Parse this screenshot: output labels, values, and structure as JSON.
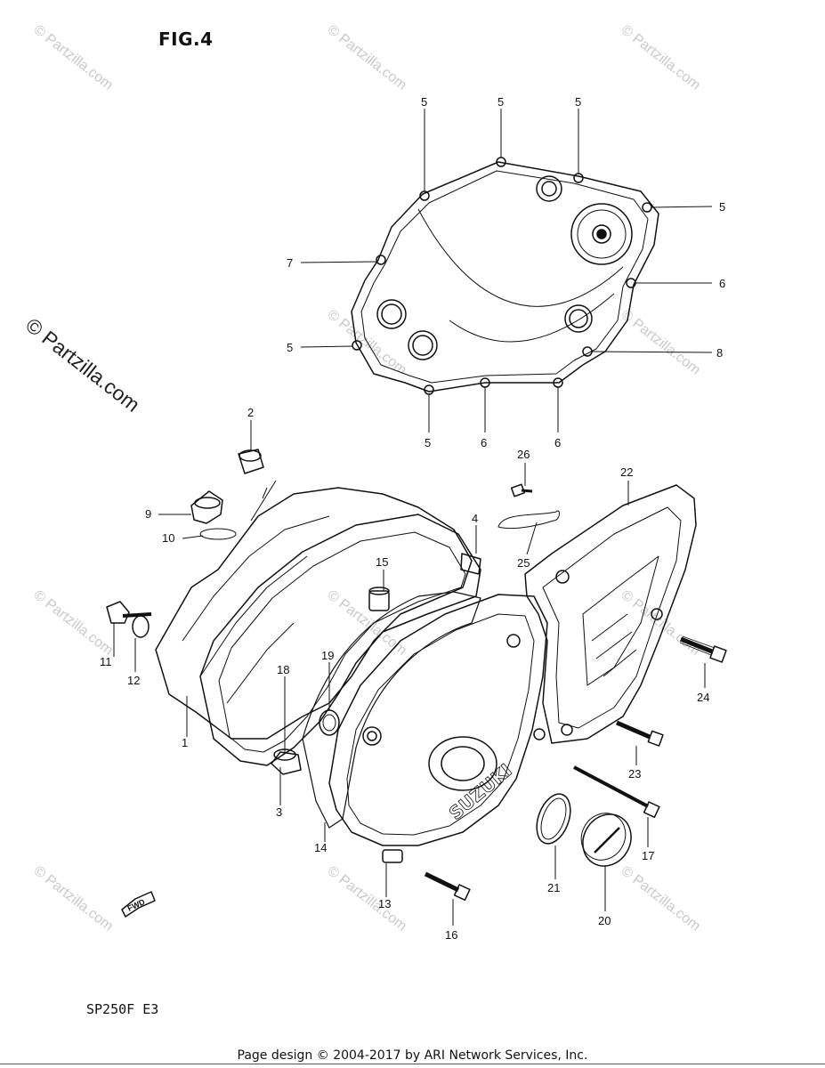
{
  "figure_title": "FIG.4",
  "model_label": "SP250F  E3",
  "watermark": "© Partzilla.com",
  "watermark_small": "© Partzilla.com",
  "footer": "Page design © 2004-2017 by ARI Network Services, Inc.",
  "fwd_label": "FWD",
  "brand_cast": "SUZUKI",
  "callouts": [
    "1",
    "2",
    "3",
    "4",
    "5",
    "6",
    "7",
    "8",
    "9",
    "10",
    "11",
    "12",
    "13",
    "14",
    "15",
    "16",
    "17",
    "18",
    "19",
    "20",
    "21",
    "22",
    "23",
    "24",
    "25",
    "26"
  ]
}
